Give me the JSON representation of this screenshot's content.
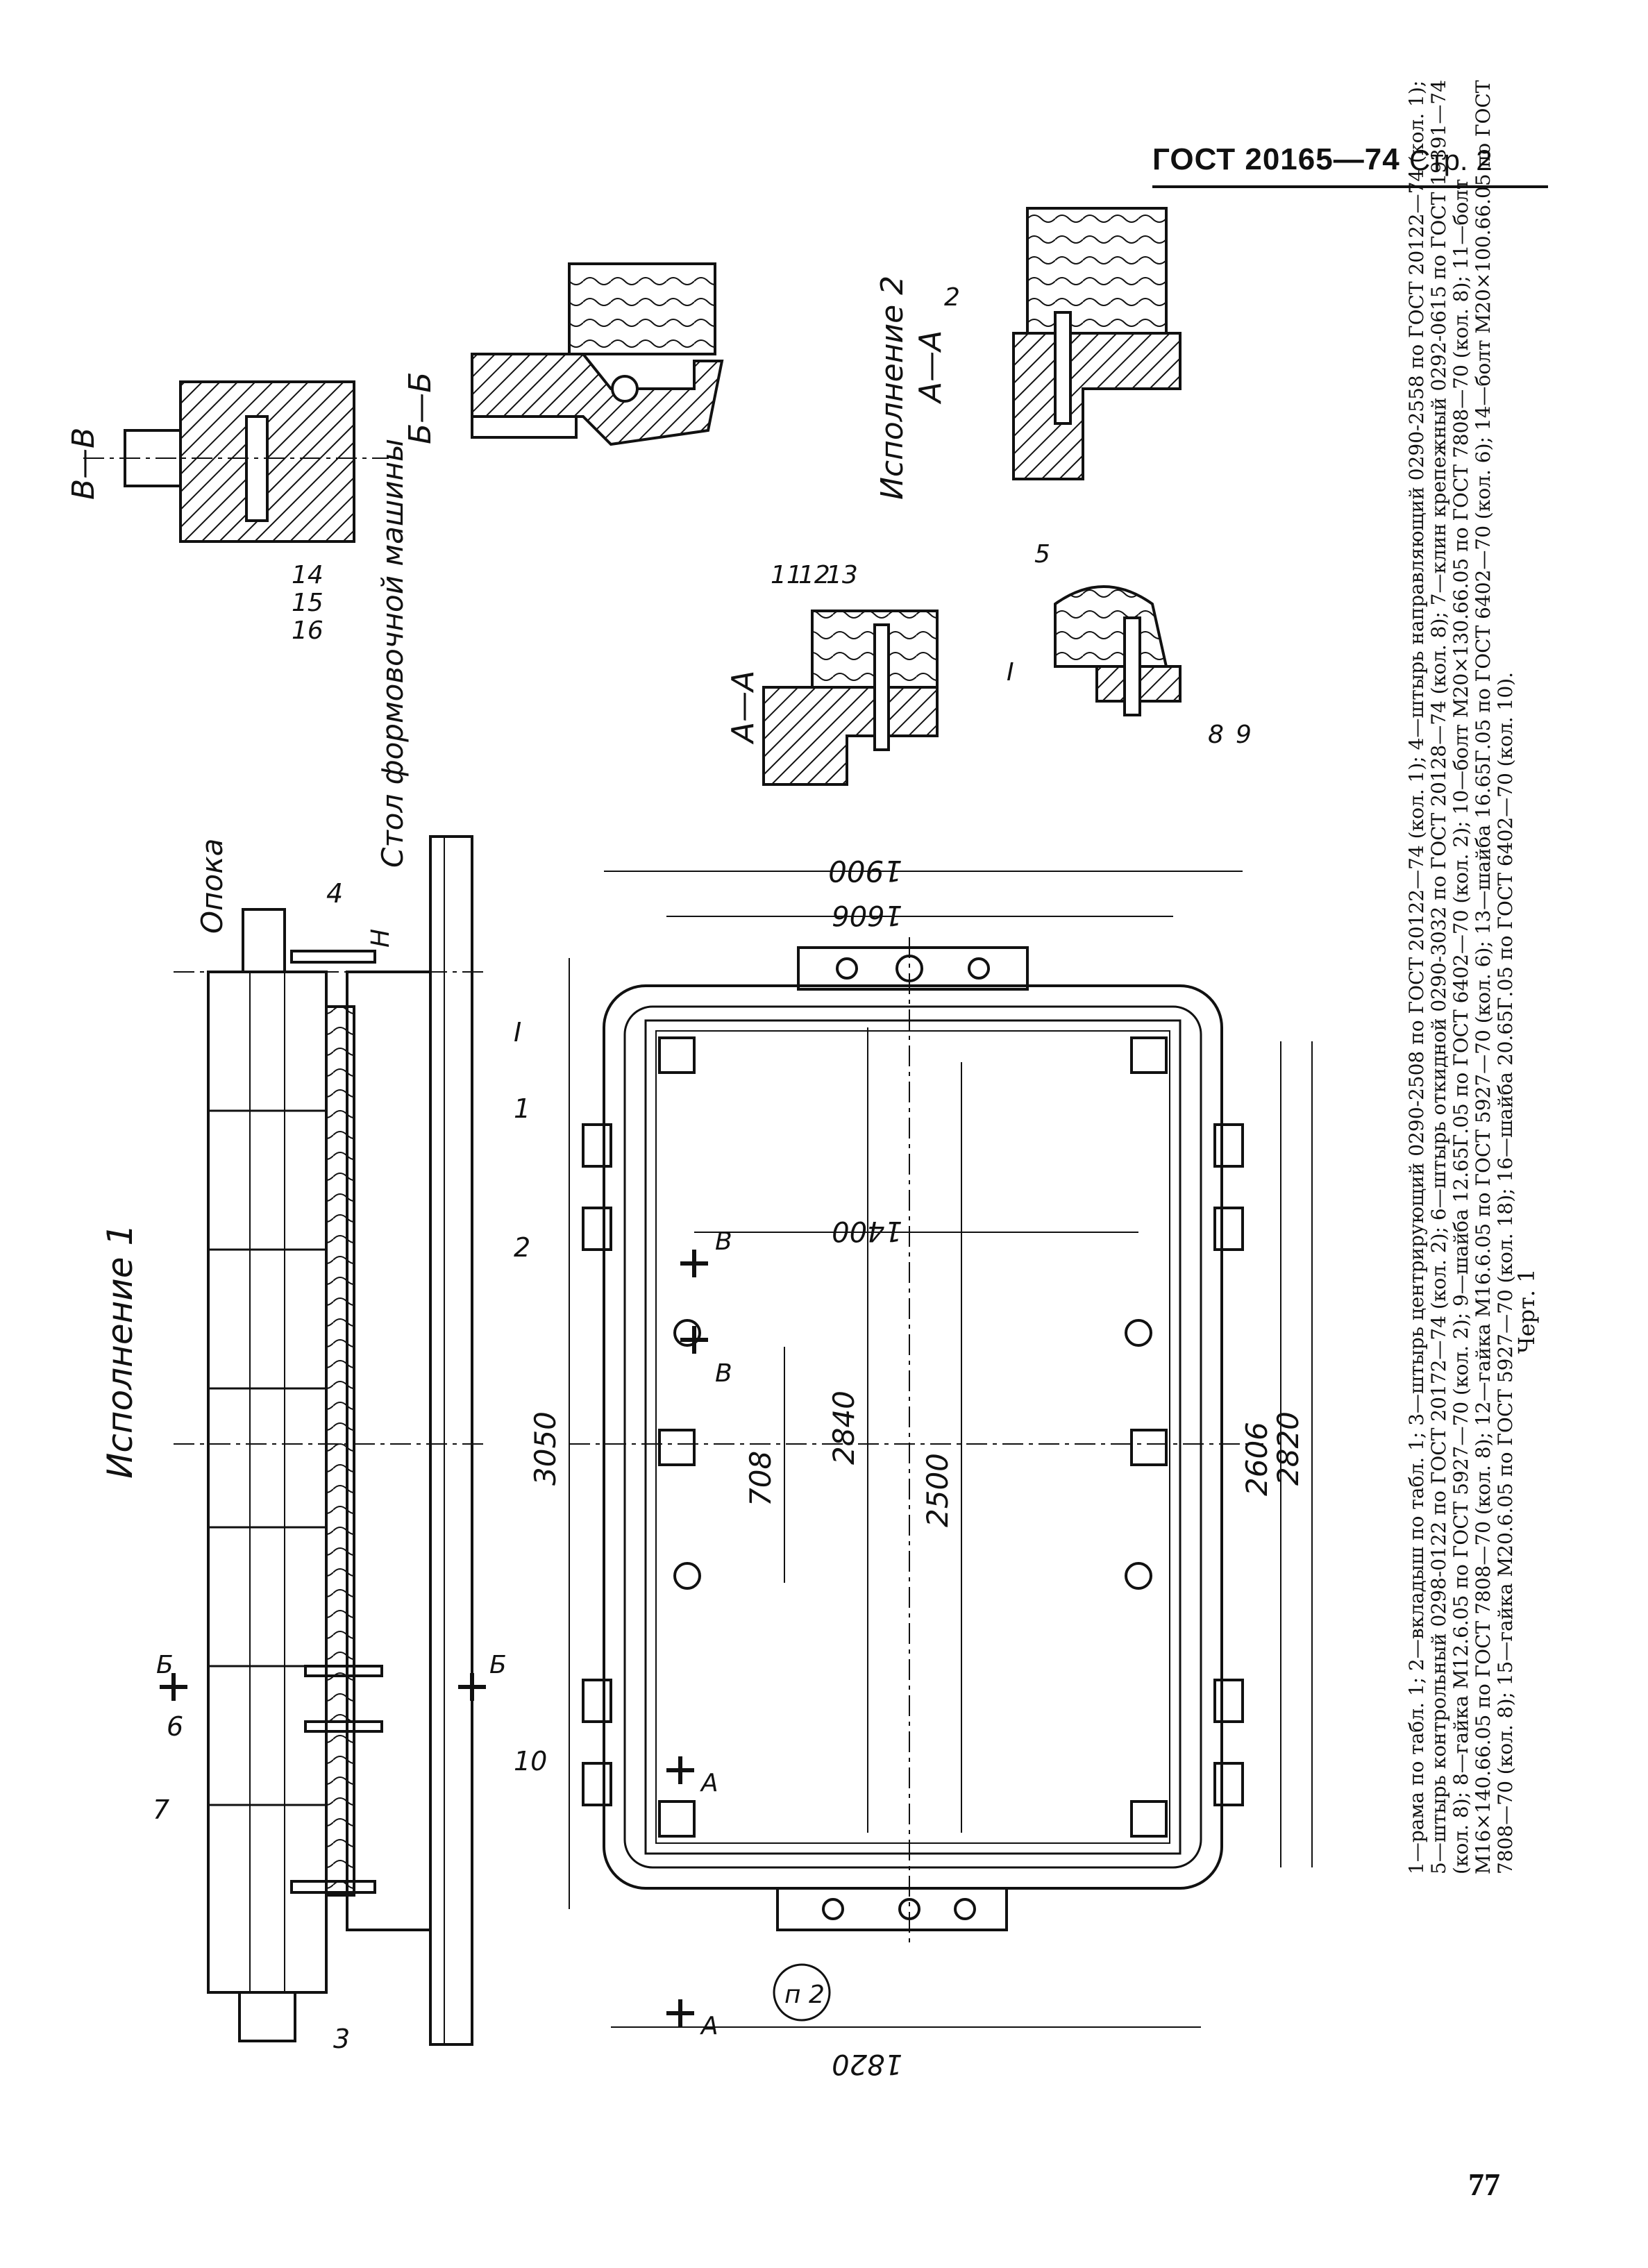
{
  "header": {
    "standard": "ГОСТ 20165—74",
    "page_ref": "Стр. 2"
  },
  "page_number": "77",
  "drawing": {
    "view_titles": {
      "variant_1": "Исполнение 1",
      "variant_2": "Исполнение 2",
      "flask": "Опока",
      "table": "Стол формовочной машины",
      "section_vv": "В—В",
      "section_bb": "Б—Б",
      "section_aa_1": "А—А",
      "section_aa_2": "А—А"
    },
    "cut_marks": [
      "Б",
      "Б",
      "В",
      "В",
      "А",
      "А"
    ],
    "dimensions": {
      "d3050": "3050",
      "d2840": "2840",
      "d2820": "2820",
      "d2606": "2606",
      "d2500": "2500",
      "d1900": "1900",
      "d1820": "1820",
      "d1606": "1606",
      "d1400": "1400",
      "d708": "708",
      "h": "Н"
    },
    "part_labels": {
      "p1": "1",
      "p2": "2",
      "p3": "3",
      "p4": "4",
      "p6": "6",
      "p7": "7",
      "p10": "10",
      "detail_i": "I",
      "n2": "п 2",
      "vv_14": "14",
      "vv_15": "15",
      "vv_16": "16",
      "aa_11": "11",
      "aa_12": "12",
      "aa_13": "13",
      "det_5": "5",
      "det_i": "I",
      "det_8": "8",
      "det_9": "9",
      "v2_2": "2"
    }
  },
  "caption": {
    "lines": [
      "1—рама по табл. 1; 2—вкладыш по табл. 1; 3—штырь центрирующий 0290-2508 по ГОСТ 20122—74 (кол. 1); 4—штырь направляющий 0290-2558 по ГОСТ 20122—74 (кол. 1);",
      "5—штырь контрольный 0298-0122 по ГОСТ 20172—74 (кол. 2); 6—штырь откидной 0290-3032 по ГОСТ 20128—74 (кол. 8); 7—клин крепежный 0292-0615 по ГОСТ 19391—74",
      "(кол. 8); 8—гайка М12.6.05 по ГОСТ 5927—70 (кол. 2); 9—шайба 12.65Г.05 по ГОСТ 6402—70 (кол. 2); 10—болт М20×130.66.05 по ГОСТ 7808—70 (кол. 8); 11—болт",
      "М16×140.66.05 по ГОСТ 7808—70 (кол. 8); 12—гайка М16.6.05 по ГОСТ 5927—70 (кол. 6); 13—шайба 16.65Г.05 по ГОСТ 6402—70 (кол. 6); 14—болт М20×100.66.05 по ГОСТ",
      "7808—70 (кол. 8); 15—гайка М20.6.05 по ГОСТ 5927—70 (кол. 18); 16—шайба 20.65Г.05 по ГОСТ 6402—70 (кол. 10)."
    ],
    "figure_label": "Черт. 1"
  },
  "colors": {
    "ink": "#111111",
    "paper": "#ffffff"
  }
}
